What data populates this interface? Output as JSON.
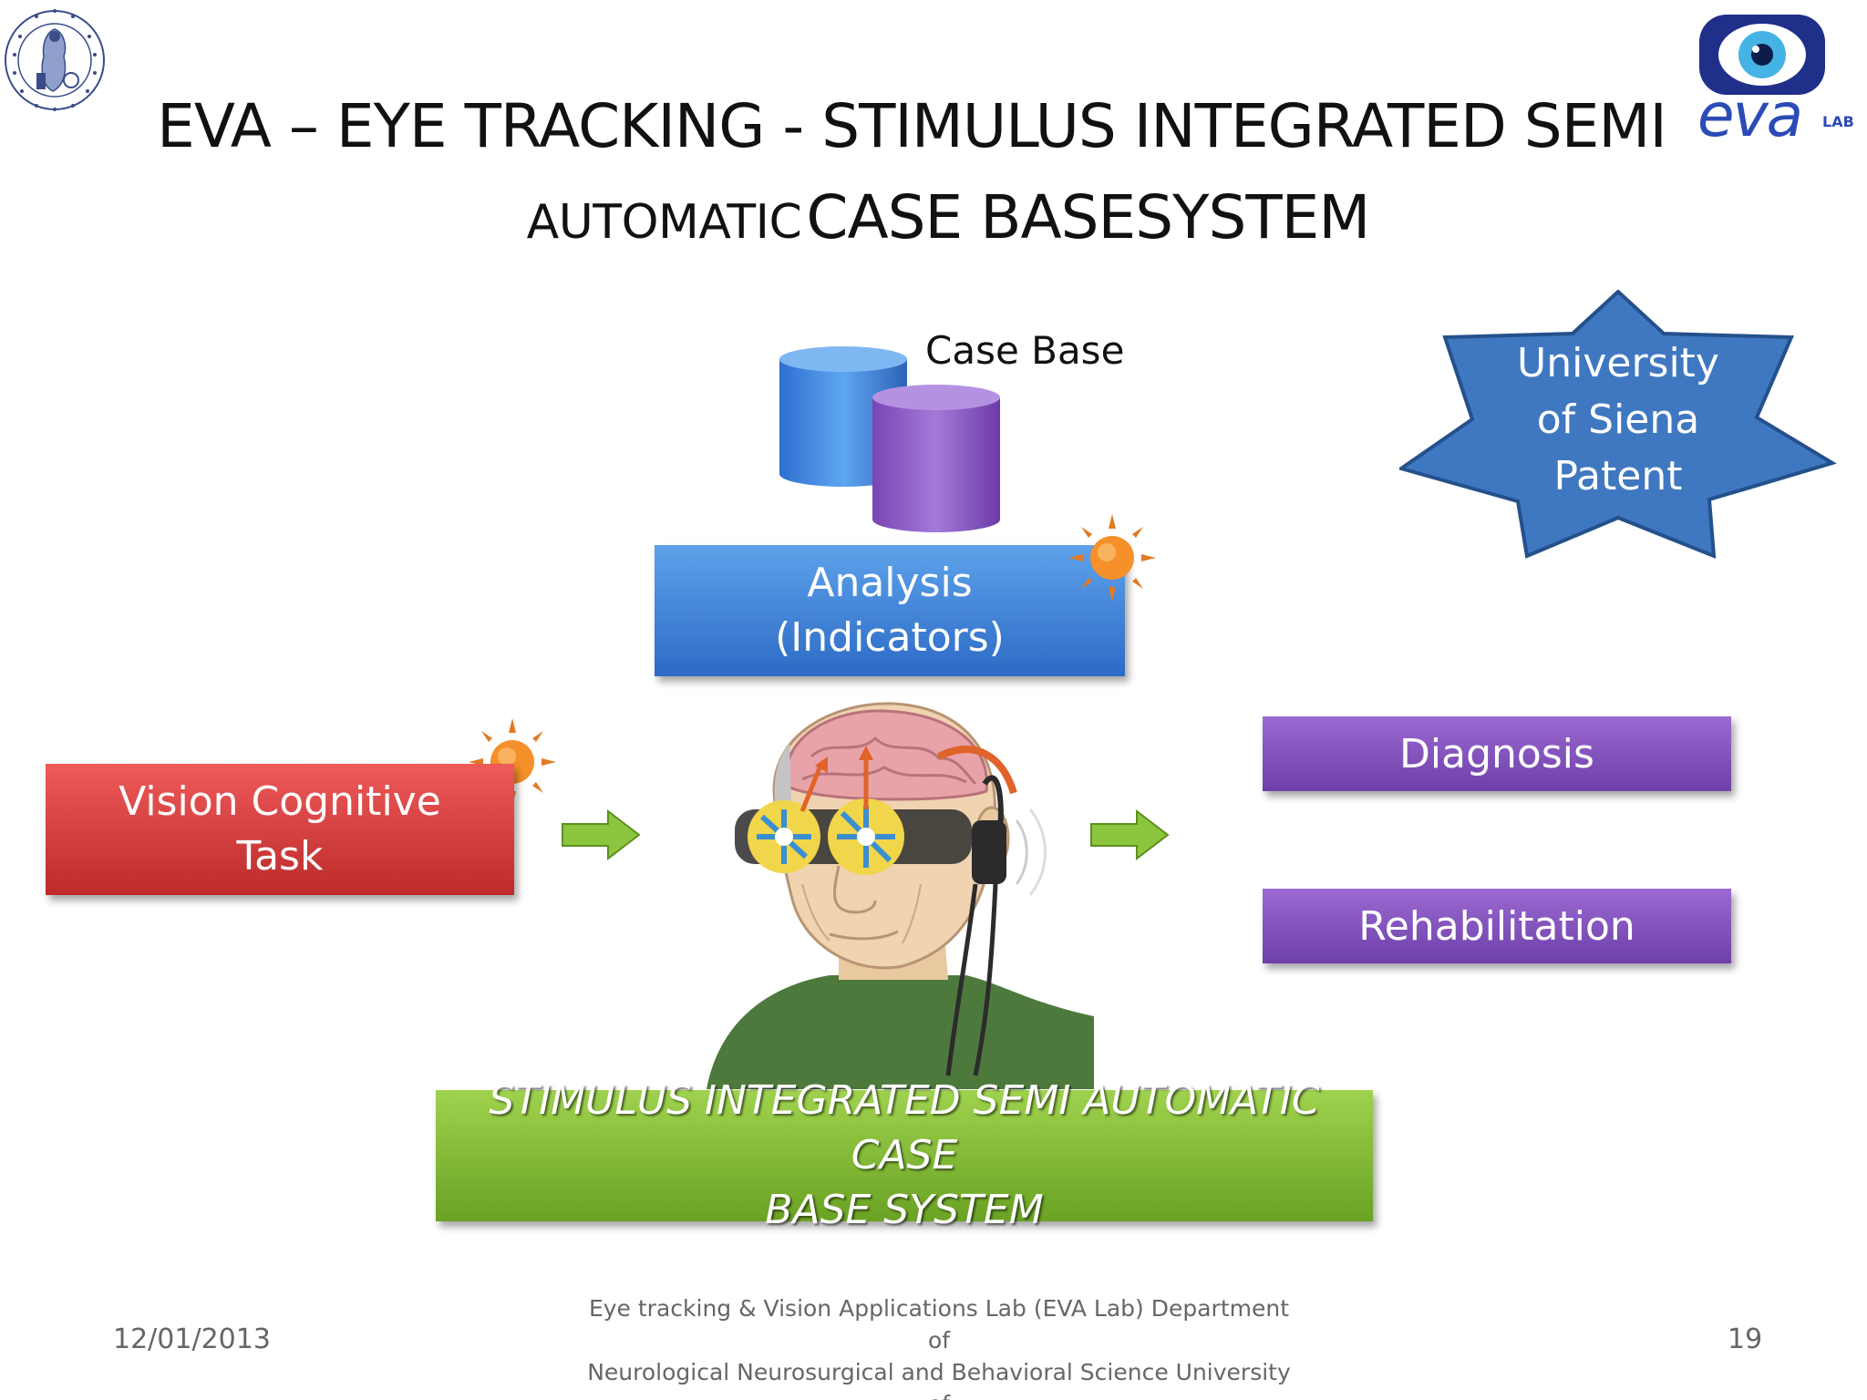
{
  "title": {
    "line1": "EVA – EYE TRACKING - STIMULUS INTEGRATED SEMI",
    "line2_small": "AUTOMATIC",
    "line2_large": "CASE BASESYSTEM"
  },
  "logos": {
    "seal_icon": "university-seal-icon",
    "eva_logo_text": "eva",
    "eva_logo_small": "LAB"
  },
  "diagram": {
    "case_base_label": "Case Base",
    "analysis_label": "Analysis\n(Indicators)",
    "vision_label": "Vision  Cognitive\nTask",
    "diagnosis_label": "Diagnosis",
    "rehab_label": "Rehabilitation",
    "patent_label": "University\nof Siena\nPatent",
    "system_label": "STIMULUS INTEGRATED SEMI AUTOMATIC CASE\nBASE SYSTEM",
    "colors": {
      "analysis": "#3f85d9",
      "vision": "#d43c3c",
      "purple": "#7f50bd",
      "green": "#86bd38",
      "star": "#3f78c1",
      "arrow": "#8cc63f",
      "sun": "#f5902a"
    }
  },
  "footer": {
    "date": "12/01/2013",
    "center": "Eye tracking & Vision Applications Lab (EVA Lab) Department of\nNeurological Neurosurgical and Behavioral Science University of\nSiena, Italy",
    "page": "19"
  }
}
